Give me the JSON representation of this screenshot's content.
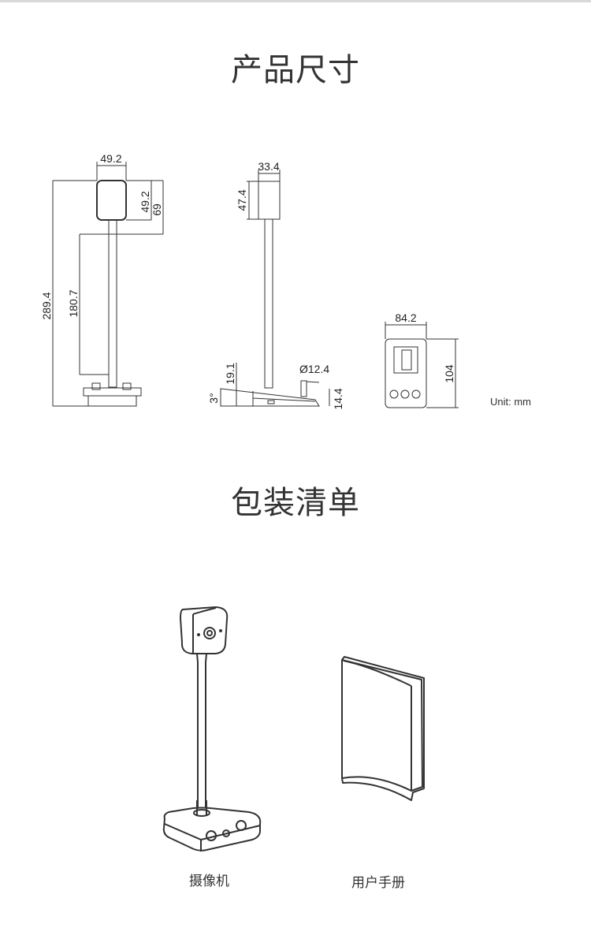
{
  "sections": {
    "dimensions_title": "产品尺寸",
    "package_title": "包装清单"
  },
  "dimensions": {
    "front_width": "49.2",
    "front_head_height": "49.2",
    "front_head_to_stem": "69",
    "front_total_height": "289.4",
    "front_stem_length": "180.7",
    "side_depth": "33.4",
    "side_head_height": "47.4",
    "side_base_height": "19.1",
    "side_angle": "3°",
    "side_stem_diameter": "Ø12.4",
    "side_base_front_height": "14.4",
    "base_width": "84.2",
    "base_length": "104",
    "unit": "Unit: mm"
  },
  "package": {
    "items": [
      {
        "label": "摄像机"
      },
      {
        "label": "用户手册"
      }
    ]
  }
}
